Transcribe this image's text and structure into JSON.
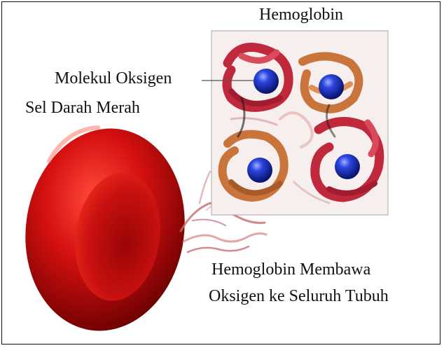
{
  "labels": {
    "hemoglobin": "Hemoglobin",
    "oxygen_molecule": "Molekul Oksigen",
    "red_blood_cell": "Sel Darah Merah",
    "caption_line1": "Hemoglobin Membawa",
    "caption_line2": "Oksigen ke Seluruh Tubuh"
  },
  "colors": {
    "cell_red": "#d41010",
    "cell_dark": "#7a0000",
    "protein_red": "#c0283c",
    "protein_orange": "#c8743a",
    "oxygen_blue": "#1e35c8"
  }
}
